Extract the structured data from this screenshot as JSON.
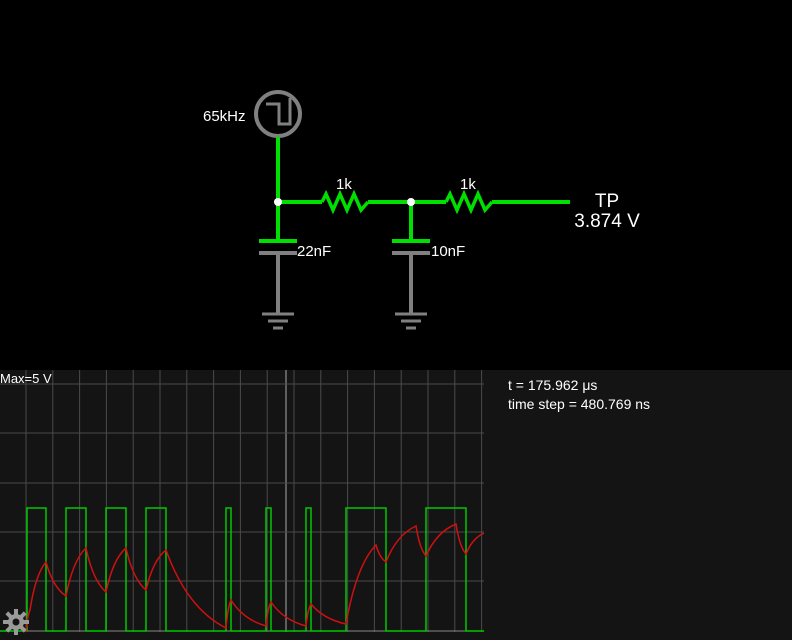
{
  "circuit": {
    "source_label": "65kHz",
    "r1_label": "1k",
    "r2_label": "1k",
    "c1_label": "22nF",
    "c2_label": "10nF",
    "probe_name": "TP",
    "probe_value": "3.874 V"
  },
  "scope": {
    "max_label": "Max=5 V",
    "time_label": "t = 175.962 μs",
    "step_label": "time step = 480.769 ns"
  },
  "colors": {
    "wire_active": "#00e000",
    "wire_idle": "#808080",
    "trace_square": "#00c800",
    "trace_filter": "#d01010",
    "grid": "#4a4a4a"
  }
}
